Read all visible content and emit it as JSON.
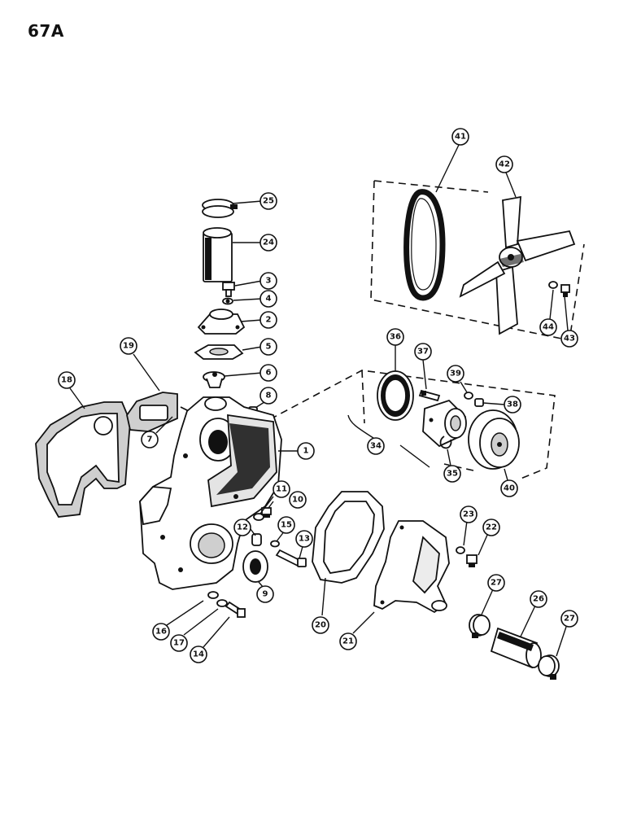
{
  "page_number": "67A",
  "callouts": [
    {
      "id": "c1",
      "label": "1"
    },
    {
      "id": "c2",
      "label": "2"
    },
    {
      "id": "c3",
      "label": "3"
    },
    {
      "id": "c4",
      "label": "4"
    },
    {
      "id": "c5",
      "label": "5"
    },
    {
      "id": "c6",
      "label": "6"
    },
    {
      "id": "c7",
      "label": "7"
    },
    {
      "id": "c8",
      "label": "8"
    },
    {
      "id": "c9",
      "label": "9"
    },
    {
      "id": "c10",
      "label": "10"
    },
    {
      "id": "c11",
      "label": "11"
    },
    {
      "id": "c12",
      "label": "12"
    },
    {
      "id": "c13",
      "label": "13"
    },
    {
      "id": "c14",
      "label": "14"
    },
    {
      "id": "c15",
      "label": "15"
    },
    {
      "id": "c16",
      "label": "16"
    },
    {
      "id": "c17",
      "label": "17"
    },
    {
      "id": "c18",
      "label": "18"
    },
    {
      "id": "c19",
      "label": "19"
    },
    {
      "id": "c20",
      "label": "20"
    },
    {
      "id": "c21",
      "label": "21"
    },
    {
      "id": "c22",
      "label": "22"
    },
    {
      "id": "c23",
      "label": "23"
    },
    {
      "id": "c24",
      "label": "24"
    },
    {
      "id": "c25",
      "label": "25"
    },
    {
      "id": "c26",
      "label": "26"
    },
    {
      "id": "c27a",
      "label": "27"
    },
    {
      "id": "c27b",
      "label": "27"
    },
    {
      "id": "c34",
      "label": "34"
    },
    {
      "id": "c35",
      "label": "35"
    },
    {
      "id": "c36",
      "label": "36"
    },
    {
      "id": "c37",
      "label": "37"
    },
    {
      "id": "c38",
      "label": "38"
    },
    {
      "id": "c39",
      "label": "39"
    },
    {
      "id": "c40",
      "label": "40"
    },
    {
      "id": "c41",
      "label": "41"
    },
    {
      "id": "c42",
      "label": "42"
    },
    {
      "id": "c43",
      "label": "43"
    },
    {
      "id": "c44",
      "label": "44"
    }
  ]
}
